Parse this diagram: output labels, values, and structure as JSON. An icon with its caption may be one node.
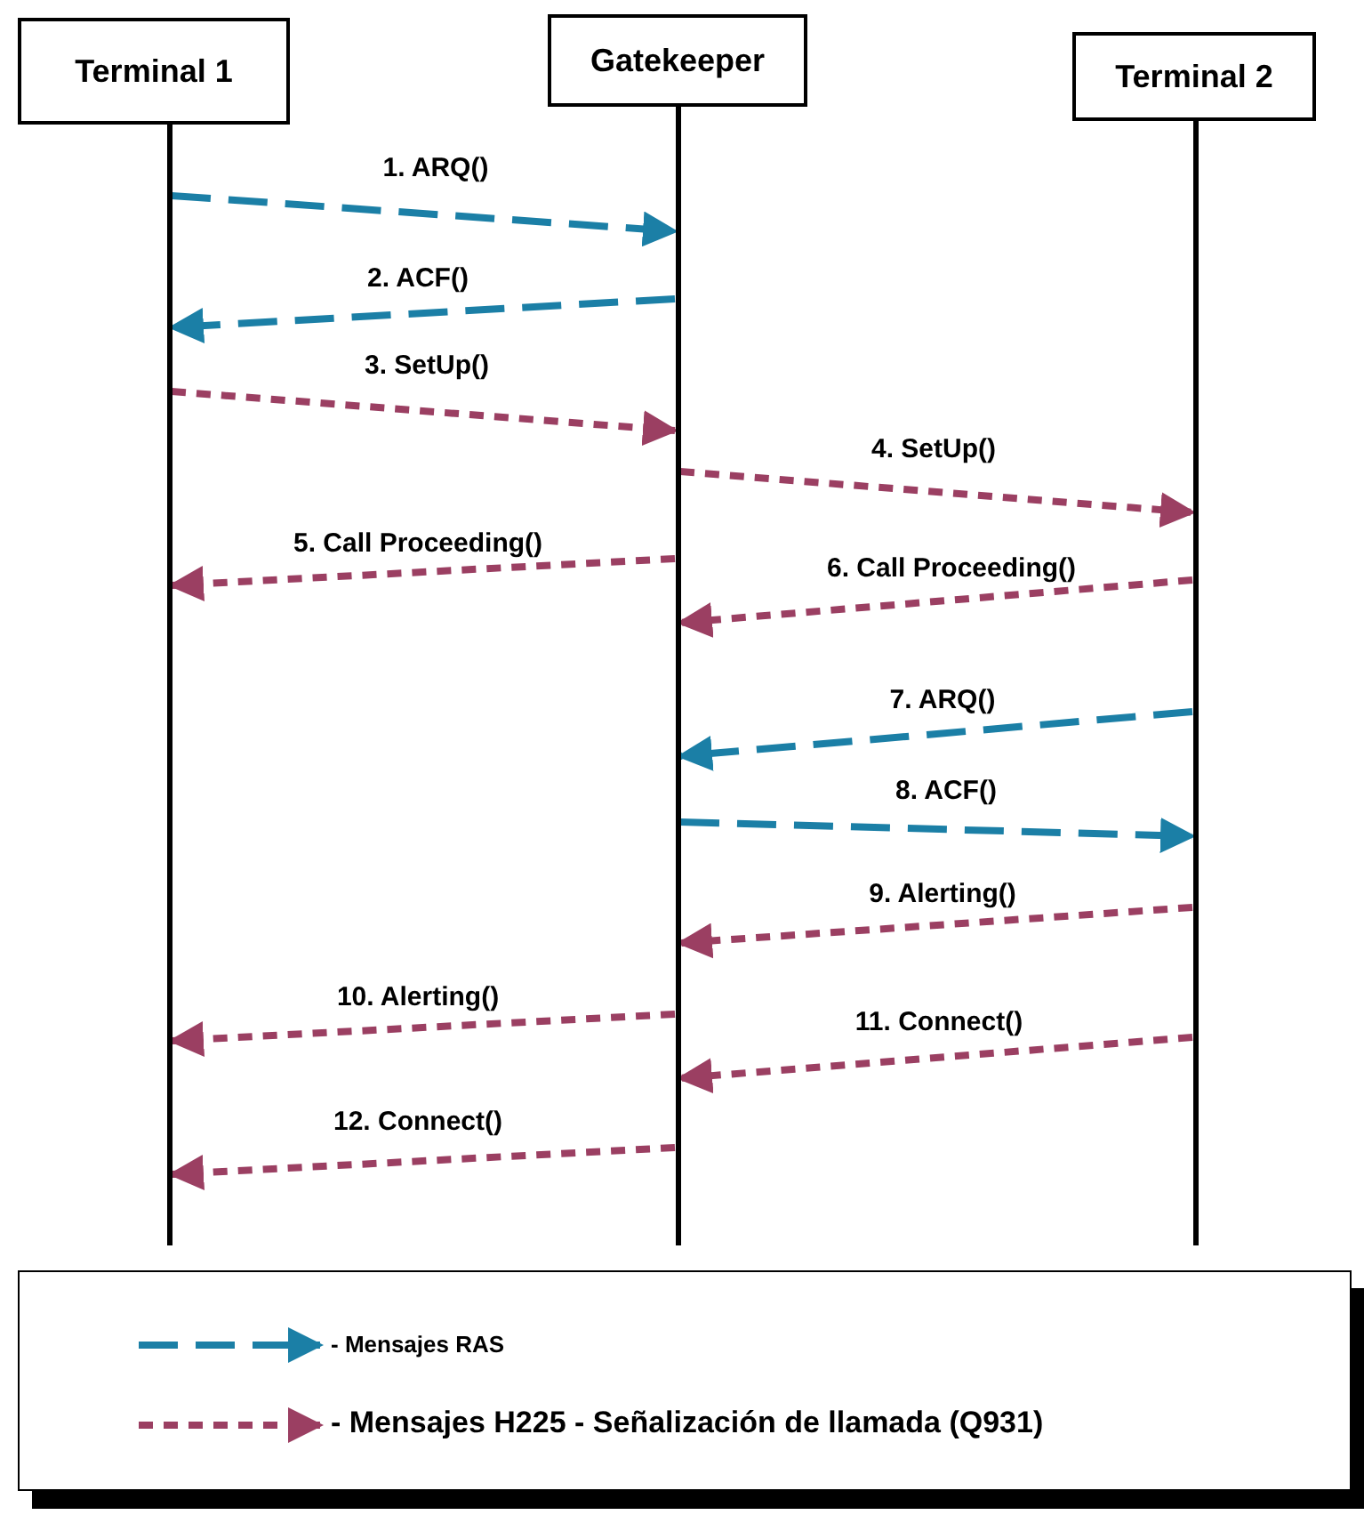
{
  "diagram": {
    "nodes": [
      {
        "text": [
          "Terminal 1"
        ]
      },
      {
        "text": [
          "Gatekeeper"
        ]
      },
      {
        "text": [
          "Terminal 2"
        ]
      },
      {
        "text": [],
        "shape": "bar"
      },
      {
        "text": [],
        "shape": "bar"
      },
      {
        "text": [],
        "shape": "bar"
      }
    ],
    "edges": [
      {
        "from": 3,
        "to": 4,
        "arrow": "to",
        "label": "1. ARQ()",
        "style": "dashed",
        "color": "#1b7fa6"
      },
      {
        "from": 4,
        "to": 3,
        "arrow": "to",
        "label": "2. ACF()",
        "style": "dashed",
        "color": "#1b7fa6"
      },
      {
        "from": 3,
        "to": 4,
        "arrow": "to",
        "label": "3. SetUp()",
        "style": "dashed"
      },
      {
        "from": 4,
        "to": 5,
        "arrow": "to",
        "label": "4. SetUp()",
        "style": "dashed"
      },
      {
        "from": 4,
        "to": 3,
        "arrow": "to",
        "label": "5. Call Proceeding()",
        "style": "dashed"
      },
      {
        "from": 5,
        "to": 4,
        "arrow": "to",
        "label": "6. Call Proceeding()",
        "style": "dashed"
      },
      {
        "from": 5,
        "to": 4,
        "arrow": "to",
        "label": "7. ARQ()",
        "style": "dashed",
        "color": "#1b7fa6"
      },
      {
        "from": 4,
        "to": 5,
        "arrow": "to",
        "label": "8. ACF()",
        "style": "dashed",
        "color": "#1b7fa6"
      },
      {
        "from": 5,
        "to": 4,
        "arrow": "to",
        "label": "9. Alerting()",
        "style": "dashed"
      },
      {
        "from": 4,
        "to": 3,
        "arrow": "to",
        "label": "10. Alerting()",
        "style": "dashed"
      },
      {
        "from": 5,
        "to": 4,
        "arrow": "to",
        "label": "11. Connect()",
        "style": "dashed"
      },
      {
        "from": 4,
        "to": 3,
        "arrow": "to",
        "label": "12. Connect()",
        "style": "dashed"
      }
    ],
    "legend": [
      {
        "text": "- Mensajes RAS"
      },
      {
        "text": "- Mensajes H225 - Señalización de llamada (Q931)"
      }
    ]
  }
}
